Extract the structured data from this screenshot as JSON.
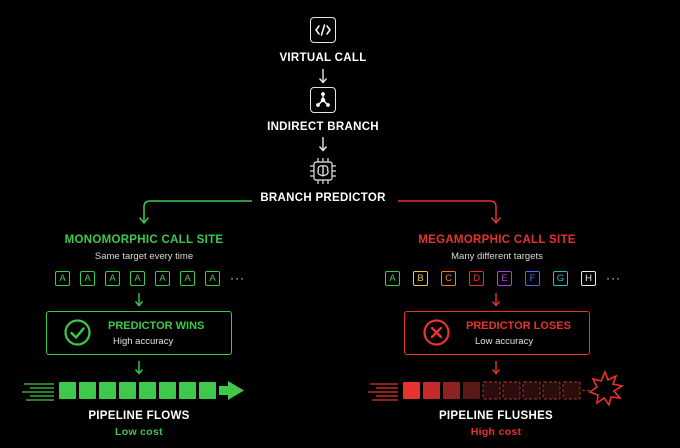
{
  "top": {
    "virtual_call": "VIRTUAL CALL",
    "indirect_branch": "INDIRECT BRANCH",
    "branch_predictor": "BRANCH PREDICTOR"
  },
  "left": {
    "title": "MONOMORPHIC CALL SITE",
    "subtitle": "Same target every time",
    "targets": [
      "A",
      "A",
      "A",
      "A",
      "A",
      "A",
      "A"
    ],
    "ellipsis": "···",
    "result_title": "PREDICTOR WINS",
    "result_sub": "High accuracy",
    "pipeline_title": "PIPELINE FLOWS",
    "pipeline_sub": "Low cost"
  },
  "right": {
    "title": "MEGAMORPHIC CALL SITE",
    "subtitle": "Many different targets",
    "targets": [
      "A",
      "B",
      "C",
      "D",
      "E",
      "F",
      "G",
      "H"
    ],
    "target_colors": [
      "#3ec94a",
      "#f4c430",
      "#ff7a1a",
      "#e8322e",
      "#b040e0",
      "#4a6cf0",
      "#26c2c2",
      "#e8e8e8"
    ],
    "ellipsis": "···",
    "result_title": "PREDICTOR LOSES",
    "result_sub": "Low accuracy",
    "pipeline_title": "PIPELINE FLUSHES",
    "pipeline_sub": "High cost"
  },
  "colors": {
    "green": "#3ec94a",
    "red": "#e8322e"
  }
}
